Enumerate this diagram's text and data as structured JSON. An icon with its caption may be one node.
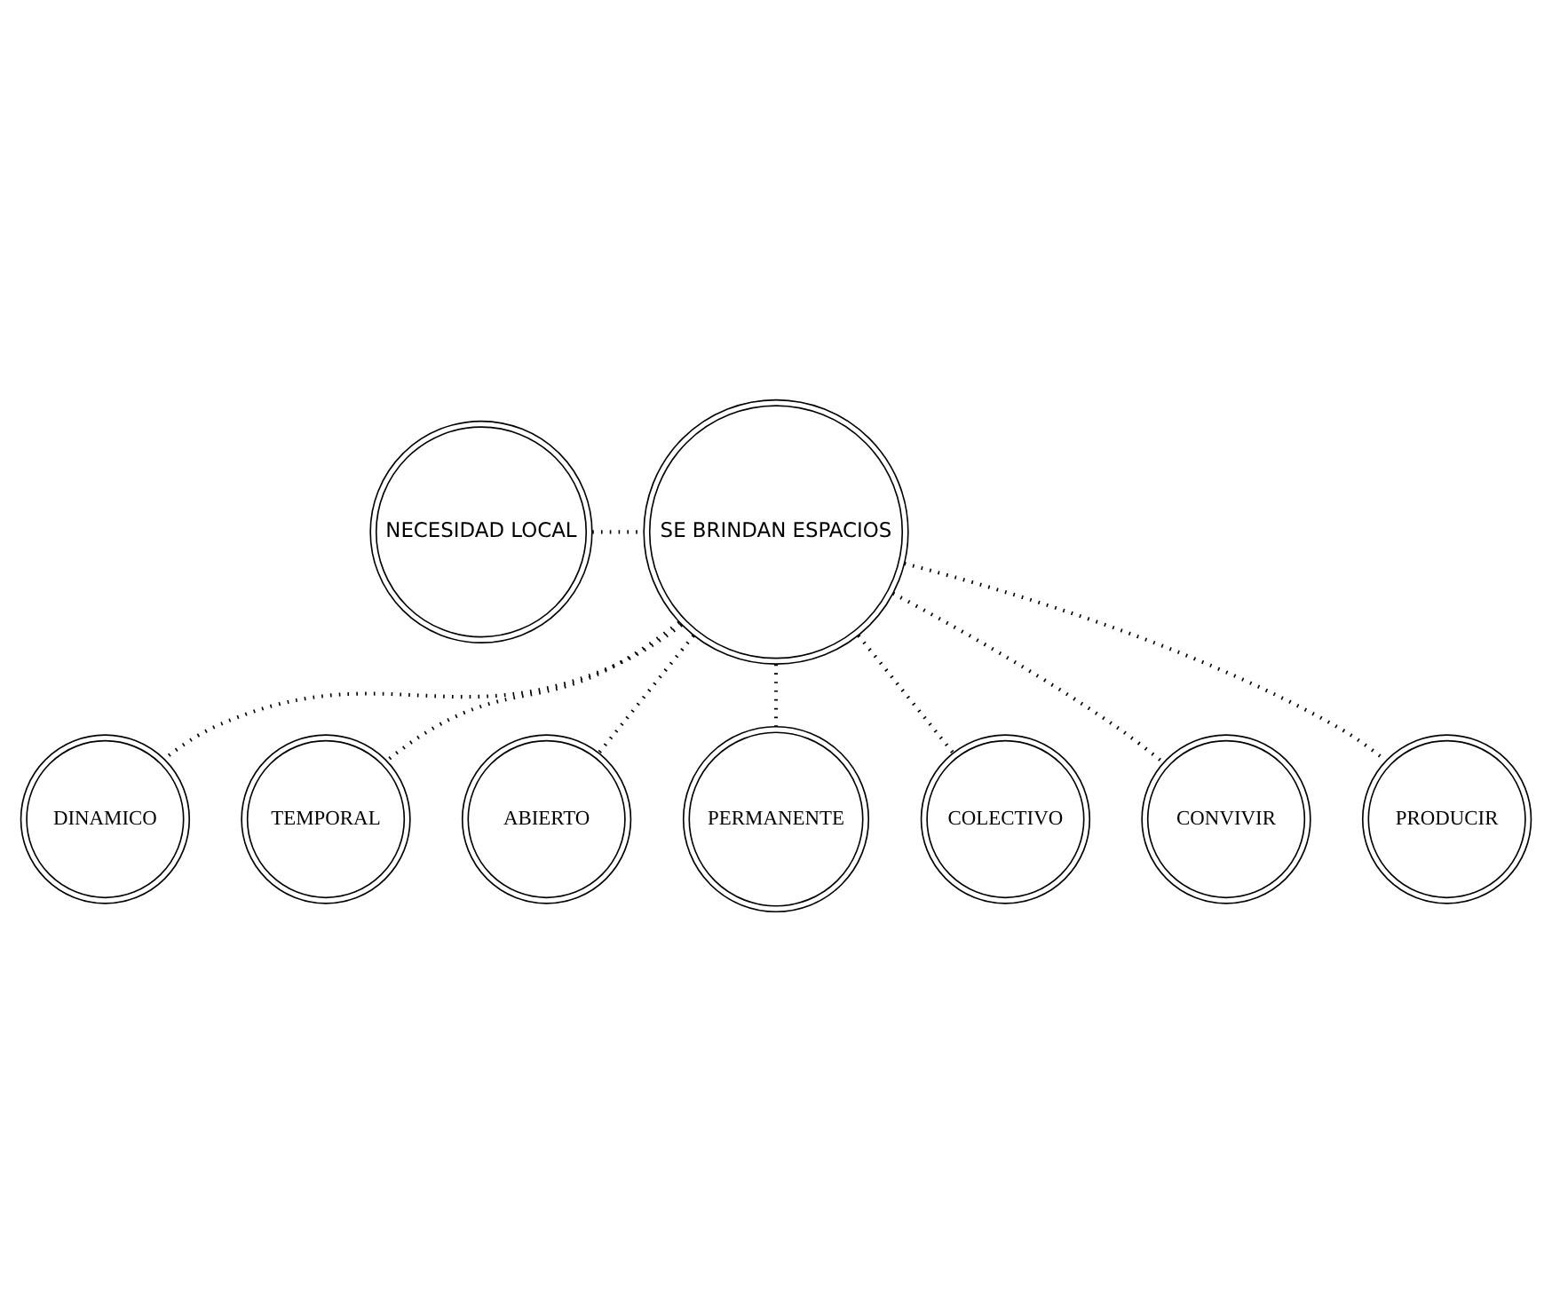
{
  "diagram": {
    "nodes": [
      {
        "text": [
          "NECESIDAD LOCAL"
        ]
      },
      {
        "text": [
          "SE BRINDAN ESPACIOS"
        ]
      },
      {
        "text": [
          "DINAMICO"
        ]
      },
      {
        "text": [
          "TEMPORAL"
        ]
      },
      {
        "text": [
          "ABIERTO"
        ]
      },
      {
        "text": [
          "PERMANENTE"
        ]
      },
      {
        "text": [
          "COLECTIVO"
        ]
      },
      {
        "text": [
          "CONVIVIR"
        ]
      },
      {
        "text": [
          "PRODUCIR"
        ]
      }
    ],
    "edges": [
      {
        "from": 0,
        "to": 1,
        "arrow": "none"
      },
      {
        "from": 1,
        "to": 2,
        "arrow": "none"
      },
      {
        "from": 1,
        "to": 4,
        "arrow": "none"
      },
      {
        "from": 1,
        "to": 6,
        "arrow": "none"
      },
      {
        "from": 1,
        "to": 7,
        "arrow": "none"
      },
      {
        "from": 1,
        "to": 5,
        "arrow": "none"
      },
      {
        "from": 1,
        "to": 8,
        "arrow": "none"
      },
      {
        "from": 1,
        "to": 3,
        "arrow": "none"
      }
    ]
  }
}
